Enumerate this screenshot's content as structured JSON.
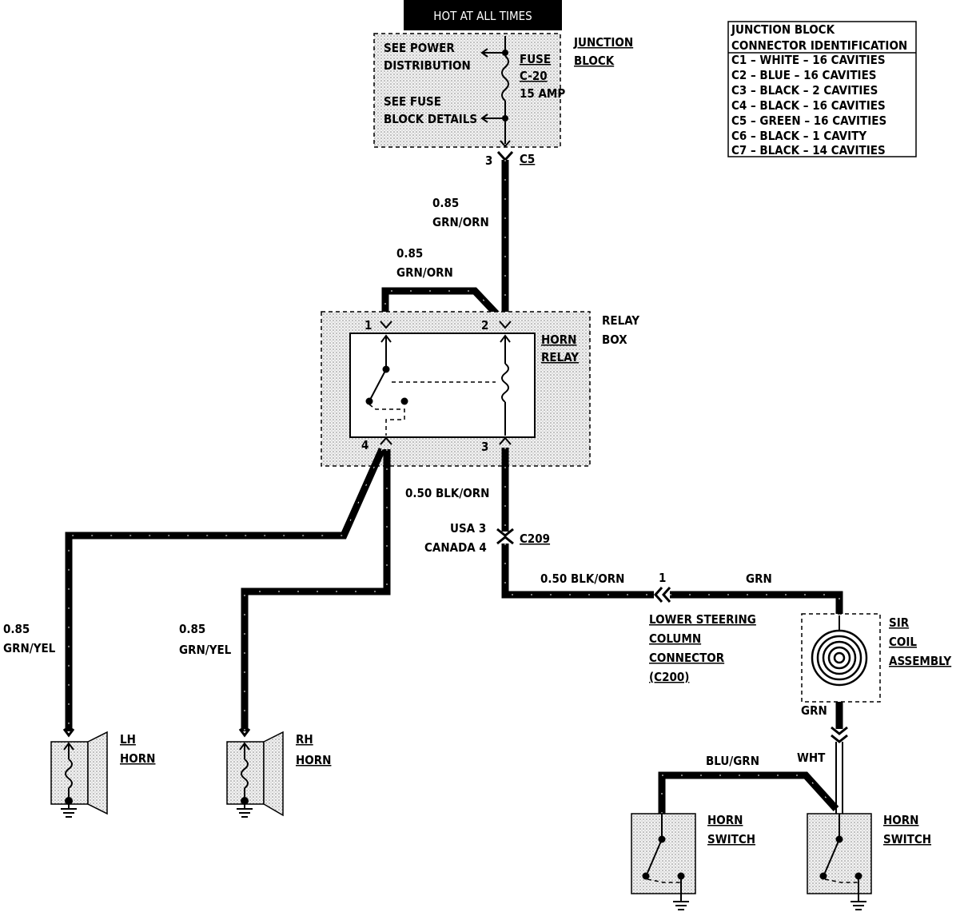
{
  "header": {
    "hot_label": "HOT AT ALL TIMES"
  },
  "junction_block": {
    "title_line1": "JUNCTION",
    "title_line2": "BLOCK",
    "see_power_line1": "SEE POWER",
    "see_power_line2": "DISTRIBUTION",
    "see_fuse_line1": "SEE FUSE",
    "see_fuse_line2": "BLOCK DETAILS",
    "fuse_label": "FUSE",
    "fuse_id": "C-20",
    "fuse_rating": "15 AMP",
    "connector_pin": "3",
    "connector_id": "C5"
  },
  "legend": {
    "title_line1": "JUNCTION BLOCK",
    "title_line2": "CONNECTOR IDENTIFICATION",
    "items": [
      "C1 – WHITE – 16 CAVITIES",
      "C2 – BLUE – 16 CAVITIES",
      "C3 – BLACK – 2 CAVITIES",
      "C4 – BLACK – 16 CAVITIES",
      "C5 – GREEN – 16 CAVITIES",
      "C6 – BLACK – 1 CAVITY",
      "C7 – BLACK – 14 CAVITIES"
    ]
  },
  "wires": {
    "feed_gauge": "0.85",
    "feed_color": "GRN/ORN",
    "jumper_gauge": "0.85",
    "jumper_color": "GRN/ORN",
    "relay_out": "0.50 BLK/ORN",
    "lh_gauge": "0.85",
    "lh_color": "GRN/YEL",
    "rh_gauge": "0.85",
    "rh_color": "GRN/YEL",
    "column_wire": "0.50 BLK/ORN",
    "grn_top": "GRN",
    "grn_bottom": "GRN",
    "blu_grn": "BLU/GRN",
    "wht": "WHT"
  },
  "relay_box": {
    "title_line1": "RELAY",
    "title_line2": "BOX",
    "relay_line1": "HORN",
    "relay_line2": "RELAY",
    "pin1": "1",
    "pin2": "2",
    "pin3": "3",
    "pin4": "4"
  },
  "connector_c209": {
    "usa": "USA 3",
    "canada": "CANADA 4",
    "id": "C209"
  },
  "steering_connector": {
    "pin": "1",
    "line1": "LOWER STEERING",
    "line2": "COLUMN",
    "line3": "CONNECTOR",
    "line4": "(C200)"
  },
  "sir_coil": {
    "line1": "SIR",
    "line2": "COIL",
    "line3": "ASSEMBLY"
  },
  "lh_horn": {
    "line1": "LH",
    "line2": "HORN"
  },
  "rh_horn": {
    "line1": "RH",
    "line2": "HORN"
  },
  "horn_switch_left": {
    "line1": "HORN",
    "line2": "SWITCH"
  },
  "horn_switch_right": {
    "line1": "HORN",
    "line2": "SWITCH"
  }
}
